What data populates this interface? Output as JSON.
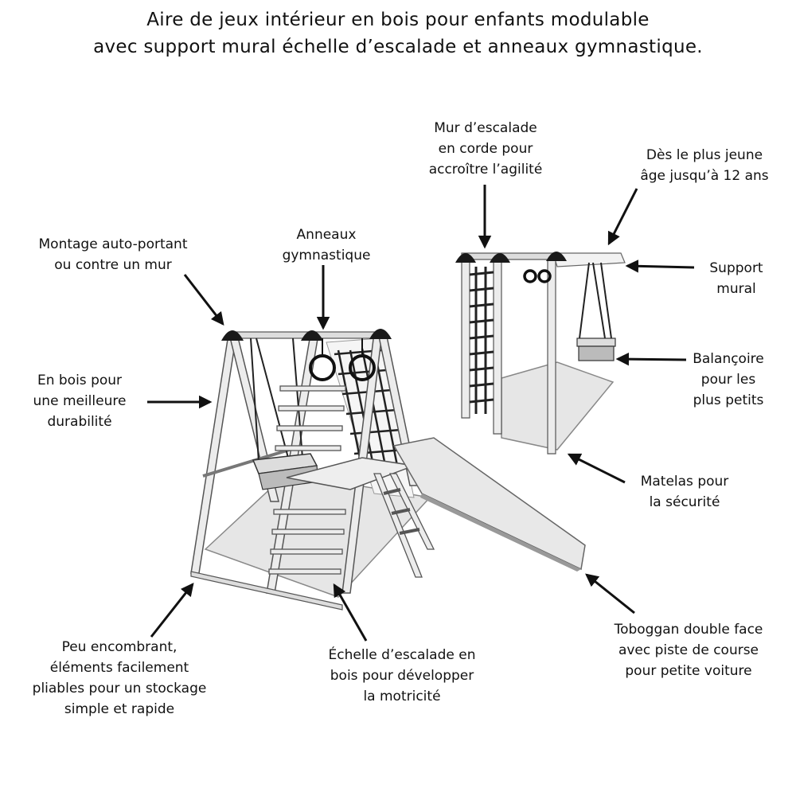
{
  "colors": {
    "ink": "#111111",
    "wood": "#ececec",
    "wood_edge": "#555555",
    "mat": "#e3e3e3",
    "cap": "#1a1a1a"
  },
  "title": {
    "line1": "Aire de jeux intérieur en bois pour enfants modulable",
    "line2": "avec support mural échelle d’escalade et anneaux gymnastique."
  },
  "labels": {
    "climbing_wall": {
      "line1": "Mur d’escalade",
      "line2": "en corde pour",
      "line3": "accroître l’agilité"
    },
    "age": {
      "line1": "Dès le plus jeune",
      "line2": "âge jusqu’à 12 ans"
    },
    "self_standing": {
      "line1": "Montage auto-portant",
      "line2": "ou contre un mur"
    },
    "rings": {
      "line1": "Anneaux",
      "line2": "gymnastique"
    },
    "wall_support": {
      "line1": "Support",
      "line2": "mural"
    },
    "swing": {
      "line1": "Balançoire",
      "line2": "pour les",
      "line3": "plus petits"
    },
    "wood": {
      "line1": "En bois pour",
      "line2": "une meilleure",
      "line3": "durabilité"
    },
    "mattress": {
      "line1": "Matelas pour",
      "line2": "la sécurité"
    },
    "compact": {
      "line1": "Peu encombrant,",
      "line2": "éléments facilement",
      "line3": "pliables pour un stockage",
      "line4": "simple et rapide"
    },
    "ladder": {
      "line1": "Échelle d’escalade en",
      "line2": "bois pour développer",
      "line3": "la motricité"
    },
    "slide": {
      "line1": "Toboggan double face",
      "line2": "avec piste de course",
      "line3": "pour petite voiture"
    }
  }
}
